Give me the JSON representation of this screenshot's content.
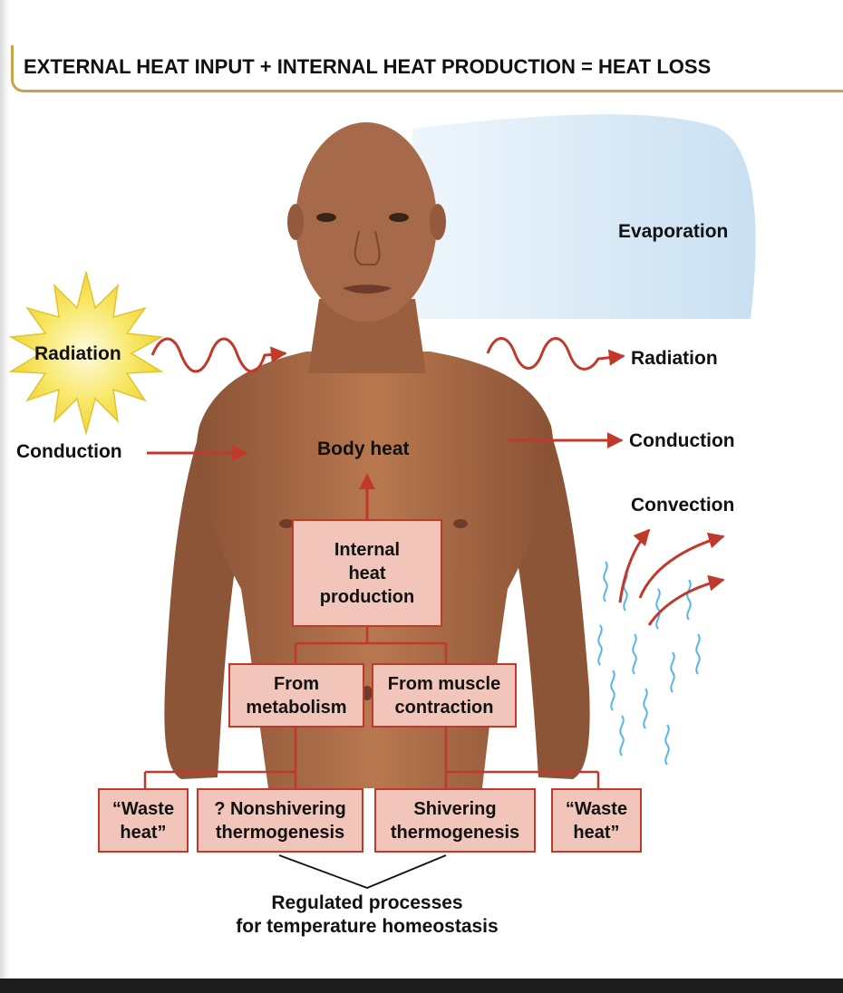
{
  "header": {
    "title": "EXTERNAL HEAT INPUT + INTERNAL HEAT PRODUCTION = HEAT LOSS"
  },
  "labels": {
    "radiation_in": "Radiation",
    "conduction_in": "Conduction",
    "evaporation": "Evaporation",
    "radiation_out": "Radiation",
    "conduction_out": "Conduction",
    "convection": "Convection",
    "body_heat": "Body heat"
  },
  "boxes": {
    "internal_heat": "Internal\nheat\nproduction",
    "from_metabolism": "From\nmetabolism",
    "from_muscle": "From muscle\ncontraction",
    "waste_heat_left": "“Waste\nheat”",
    "nonshivering": "? Nonshivering\nthermogenesis",
    "shivering": "Shivering\nthermogenesis",
    "waste_heat_right": "“Waste\nheat”"
  },
  "caption": {
    "text": "Regulated processes\nfor temperature homeostasis"
  },
  "colors": {
    "arrow": "#c0392b",
    "box_fill": "#f2c5ba",
    "box_border": "#c0392b",
    "header_rule": "#c9a24a",
    "sun": "#f6e24a",
    "evaporation_cloud": "#d7e9f6",
    "skin": "#a86a48",
    "convection_squiggle": "#56b6e6"
  },
  "icons": {
    "sun": "sun-icon",
    "person": "person-figure"
  }
}
